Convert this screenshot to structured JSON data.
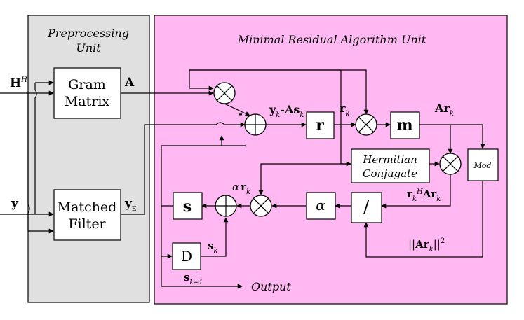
{
  "colors": {
    "preprocessing_bg": "#e0e0e0",
    "mra_bg": "#ffb8f2",
    "box_fill": "#ffffff",
    "stroke": "#000000"
  },
  "preprocessing": {
    "title_line1": "Preprocessing",
    "title_line2": "Unit",
    "gram_line1": "Gram",
    "gram_line2": "Matrix",
    "mf_line1": "Matched",
    "mf_line2": "Filter"
  },
  "mra": {
    "title": "Minimal Residual Algorithm Unit",
    "r_box": "r",
    "m_box": "m",
    "herm_line1": "Hermitian",
    "herm_line2": "Conjugate",
    "mod_box": "Mod",
    "alpha_box": "α",
    "div_box": "/",
    "s_box": "s",
    "d_box": "D"
  },
  "signals": {
    "hh_main": "H",
    "hh_sup": "H",
    "y_in": "y",
    "a_out": "A",
    "ye_main": "y",
    "ye_sub": "E",
    "minus": "-",
    "res_y": "y",
    "res_k1": "k",
    "res_as": "-As",
    "res_k2": "k",
    "rk_main": "r",
    "rk_sub": "k",
    "ark_a": "A",
    "ark_r": "r",
    "ark_sub": "k",
    "num_r": "r",
    "num_k": "k",
    "num_h": "H",
    "num_ar": "Ar",
    "num_k2": "k",
    "den_open": "||",
    "den_ar": "Ar",
    "den_k": "k",
    "den_close": "||",
    "den_sq": "2",
    "alpha_r_a": "α",
    "alpha_r_r": "r",
    "alpha_r_k": "k",
    "sk_main": "s",
    "sk_sub": "k",
    "sk1_main": "s",
    "sk1_sub": "k+1",
    "output": "Output"
  }
}
